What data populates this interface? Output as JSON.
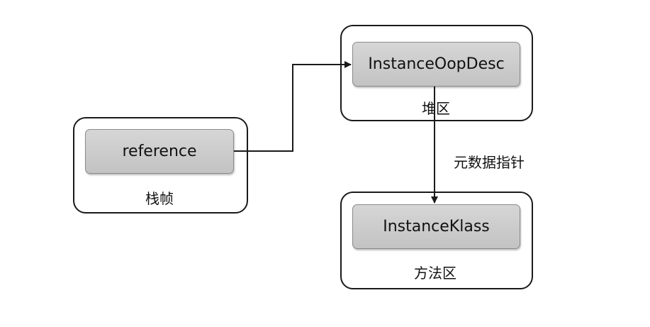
{
  "regions": {
    "stack": {
      "label": "栈帧"
    },
    "heap": {
      "label": "堆区"
    },
    "method": {
      "label": "方法区"
    }
  },
  "nodes": {
    "reference": {
      "label": "reference"
    },
    "instance_oop": {
      "label": "InstanceOopDesc"
    },
    "instance_klass": {
      "label": "InstanceKlass"
    }
  },
  "edges": {
    "metadata_pointer": {
      "label": "元数据指针"
    }
  },
  "colors": {
    "node_fill": "#cccccc",
    "border": "#1a1a1a",
    "background": "#ffffff"
  }
}
